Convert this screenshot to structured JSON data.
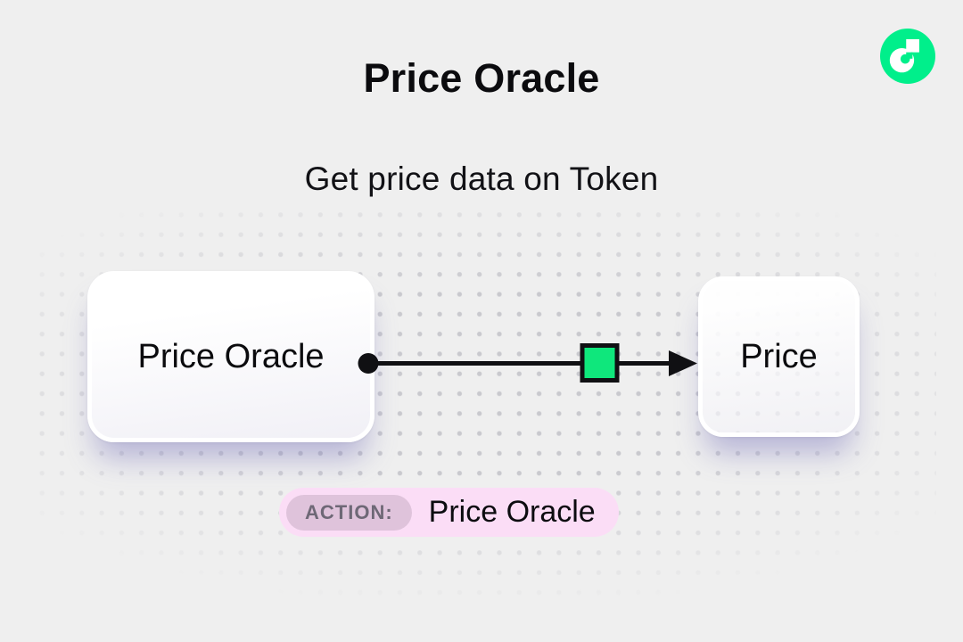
{
  "page": {
    "background": "#EFEFEF",
    "dot_color": "#C9C9CE"
  },
  "header": {
    "title": "Price Oracle",
    "subtitle": "Get price data on Token"
  },
  "logo": {
    "name": "flow-logo",
    "brand_green": "#00EF8B"
  },
  "diagram": {
    "nodes": [
      {
        "id": "source",
        "label": "Price Oracle"
      },
      {
        "id": "target",
        "label": "Price"
      }
    ],
    "edge": {
      "from": "source",
      "to": "target",
      "line_color": "#101013",
      "marker_color": "#0FE77C"
    }
  },
  "action_badge": {
    "label": "ACTION:",
    "value": "Price Oracle",
    "background": "#FBDDF6",
    "label_background": "#DFC3DB"
  }
}
